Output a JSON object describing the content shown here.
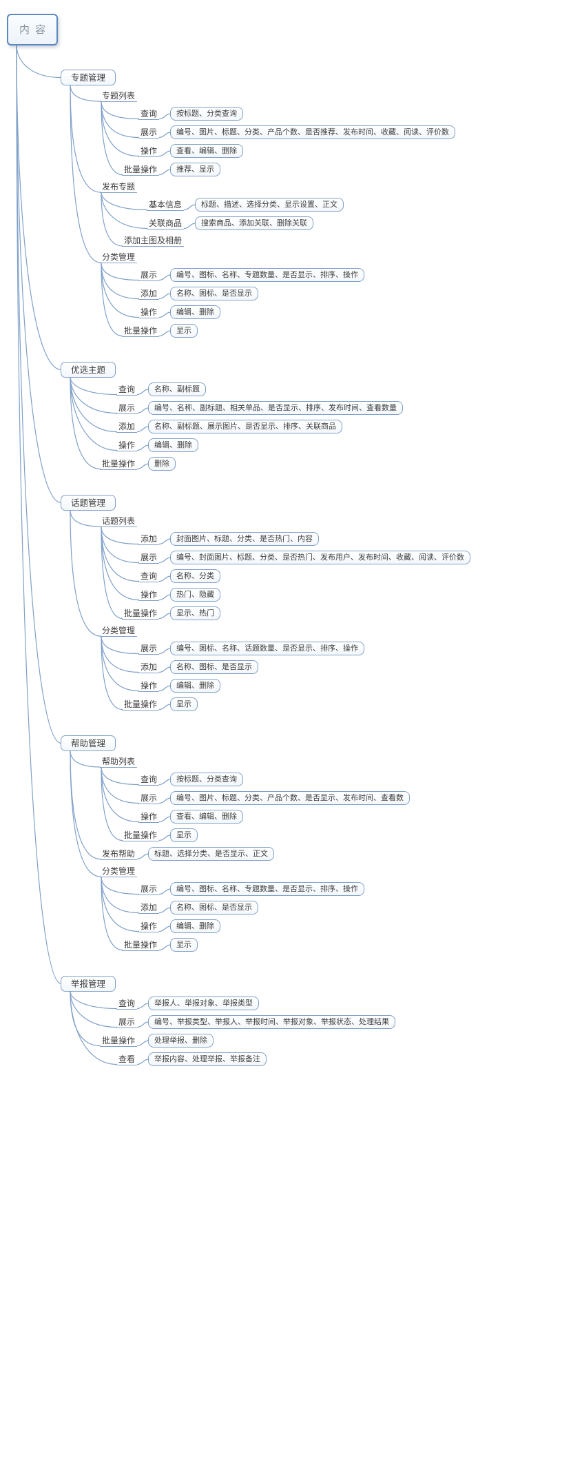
{
  "diagram": {
    "type": "mindmap",
    "colors": {
      "line": "#7fa0c8",
      "node_border": "#7fa0c8",
      "root_border": "#5c88c0",
      "root_text": "#8a949e",
      "text": "#3c3c3c",
      "background": "#ffffff"
    },
    "root": {
      "label": "内容",
      "children": [
        {
          "label": "专题管理",
          "children": [
            {
              "label": "专题列表",
              "children": [
                {
                  "label": "查询",
                  "detail": "按标题、分类查询"
                },
                {
                  "label": "展示",
                  "detail": "编号、图片、标题、分类、产品个数、是否推荐、发布时间、收藏、阅读、评价数"
                },
                {
                  "label": "操作",
                  "detail": "查看、编辑、删除"
                },
                {
                  "label": "批量操作",
                  "detail": "推荐、显示"
                }
              ]
            },
            {
              "label": "发布专题",
              "children": [
                {
                  "label": "基本信息",
                  "detail": "标题、描述、选择分类、显示设置、正文"
                },
                {
                  "label": "关联商品",
                  "detail": "搜索商品、添加关联、删除关联"
                },
                {
                  "label": "添加主图及相册"
                }
              ]
            },
            {
              "label": "分类管理",
              "children": [
                {
                  "label": "展示",
                  "detail": "编号、图标、名称、专题数量、是否显示、排序、操作"
                },
                {
                  "label": "添加",
                  "detail": "名称、图标、是否显示"
                },
                {
                  "label": "操作",
                  "detail": "编辑、删除"
                },
                {
                  "label": "批量操作",
                  "detail": "显示"
                }
              ]
            }
          ]
        },
        {
          "label": "优选主题",
          "children": [
            {
              "label": "查询",
              "detail": "名称、副标题"
            },
            {
              "label": "展示",
              "detail": "编号、名称、副标题、相关单品、是否显示、排序、发布时间、查看数量"
            },
            {
              "label": "添加",
              "detail": "名称、副标题、展示图片、是否显示、排序、关联商品"
            },
            {
              "label": "操作",
              "detail": "编辑、删除"
            },
            {
              "label": "批量操作",
              "detail": "删除"
            }
          ]
        },
        {
          "label": "话题管理",
          "children": [
            {
              "label": "话题列表",
              "children": [
                {
                  "label": "添加",
                  "detail": "封面图片、标题、分类、是否热门、内容"
                },
                {
                  "label": "展示",
                  "detail": "编号、封面图片、标题、分类、是否热门、发布用户、发布时间、收藏、阅读、评价数"
                },
                {
                  "label": "查询",
                  "detail": "名称、分类"
                },
                {
                  "label": "操作",
                  "detail": "热门、隐藏"
                },
                {
                  "label": "批量操作",
                  "detail": "显示、热门"
                }
              ]
            },
            {
              "label": "分类管理",
              "children": [
                {
                  "label": "展示",
                  "detail": "编号、图标、名称、话题数量、是否显示、排序、操作"
                },
                {
                  "label": "添加",
                  "detail": "名称、图标、是否显示"
                },
                {
                  "label": "操作",
                  "detail": "编辑、删除"
                },
                {
                  "label": "批量操作",
                  "detail": "显示"
                }
              ]
            }
          ]
        },
        {
          "label": "帮助管理",
          "children": [
            {
              "label": "帮助列表",
              "children": [
                {
                  "label": "查询",
                  "detail": "按标题、分类查询"
                },
                {
                  "label": "展示",
                  "detail": "编号、图片、标题、分类、产品个数、是否显示、发布时间、查看数"
                },
                {
                  "label": "操作",
                  "detail": "查看、编辑、删除"
                },
                {
                  "label": "批量操作",
                  "detail": "显示"
                }
              ]
            },
            {
              "label": "发布帮助",
              "detail": "标题、选择分类、是否显示、正文"
            },
            {
              "label": "分类管理",
              "children": [
                {
                  "label": "展示",
                  "detail": "编号、图标、名称、专题数量、是否显示、排序、操作"
                },
                {
                  "label": "添加",
                  "detail": "名称、图标、是否显示"
                },
                {
                  "label": "操作",
                  "detail": "编辑、删除"
                },
                {
                  "label": "批量操作",
                  "detail": "显示"
                }
              ]
            }
          ]
        },
        {
          "label": "举报管理",
          "children": [
            {
              "label": "查询",
              "detail": "举报人、举报对象、举报类型"
            },
            {
              "label": "展示",
              "detail": "编号、举报类型、举报人、举报时间、举报对象、举报状态、处理结果"
            },
            {
              "label": "批量操作",
              "detail": "处理举报、删除"
            },
            {
              "label": "查看",
              "detail": "举报内容、处理举报、举报备注"
            }
          ]
        }
      ]
    }
  }
}
